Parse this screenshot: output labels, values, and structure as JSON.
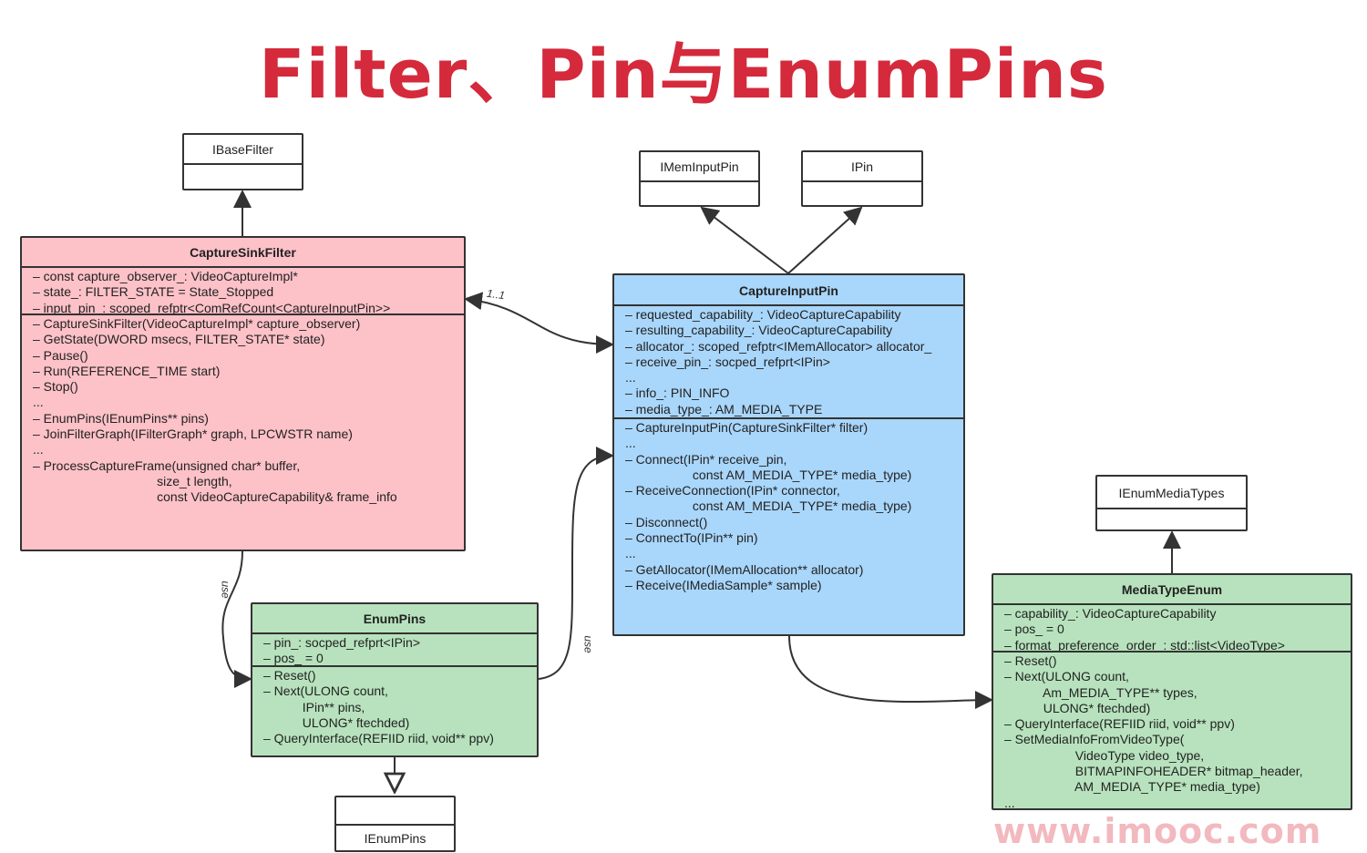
{
  "title": "Filter、Pin与EnumPins",
  "watermark": "www.imooc.com",
  "colors": {
    "title": "#d42a3c",
    "filter": "#fdc1c8",
    "pin": "#a9d6fb",
    "enum": "#b7e2bd"
  },
  "ibasefilter": {
    "name": "IBaseFilter"
  },
  "imeminputpin": {
    "name": "IMemInputPin"
  },
  "ipin": {
    "name": "IPin"
  },
  "ienummediatypes": {
    "name": "IEnumMediaTypes"
  },
  "ienumpins": {
    "name": "IEnumPins"
  },
  "capture_sink_filter": {
    "name": "CaptureSinkFilter",
    "attributes": [
      "– const capture_observer_: VideoCaptureImpl*",
      "– state_: FILTER_STATE = State_Stopped",
      "– input_pin_: scoped_refptr<ComRefCount<CaptureInputPin>>"
    ],
    "methods": [
      "– CaptureSinkFilter(VideoCaptureImpl* capture_observer)",
      "",
      "– GetState(DWORD msecs, FILTER_STATE* state)",
      "– Pause()",
      "– Run(REFERENCE_TIME start)",
      "– Stop()",
      "...",
      "",
      "– EnumPins(IEnumPins** pins)",
      "– JoinFilterGraph(IFilterGraph* graph, LPCWSTR name)",
      "...",
      "",
      "– ProcessCaptureFrame(unsigned char* buffer,",
      "                                   size_t length,",
      "                                   const VideoCaptureCapability& frame_info"
    ]
  },
  "capture_input_pin": {
    "name": "CaptureInputPin",
    "attributes": [
      "– requested_capability_: VideoCaptureCapability",
      "– resulting_capability_: VideoCaptureCapability",
      "– allocator_: scoped_refptr<IMemAllocator> allocator_",
      "– receive_pin_: socped_refprt<IPin>",
      "...",
      "– info_: PIN_INFO",
      "– media_type_: AM_MEDIA_TYPE"
    ],
    "methods": [
      "– CaptureInputPin(CaptureSinkFilter* filter)",
      "...",
      "",
      "– Connect(IPin* receive_pin,",
      "                   const AM_MEDIA_TYPE* media_type)",
      "– ReceiveConnection(IPin* connector,",
      "                   const AM_MEDIA_TYPE* media_type)",
      "– Disconnect()",
      "– ConnectTo(IPin** pin)",
      "...",
      "",
      "– GetAllocator(IMemAllocation** allocator)",
      "– Receive(IMediaSample* sample)"
    ]
  },
  "enum_pins": {
    "name": "EnumPins",
    "attributes": [
      "– pin_: socped_refprt<IPin>",
      "– pos_ = 0"
    ],
    "methods": [
      "– Reset()",
      "– Next(ULONG count,",
      "           IPin** pins,",
      "           ULONG* ftechded)",
      "– QueryInterface(REFIID riid, void** ppv)",
      "..."
    ]
  },
  "media_type_enum": {
    "name": "MediaTypeEnum",
    "attributes": [
      "– capability_: VideoCaptureCapability",
      "– pos_ = 0",
      "– format_preference_order_: std::list<VideoType>"
    ],
    "methods": [
      "– Reset()",
      "– Next(ULONG count,",
      "           Am_MEDIA_TYPE** types,",
      "           ULONG* ftechded)",
      "– QueryInterface(REFIID riid, void** ppv)",
      "– SetMediaInfoFromVideoType(",
      "                    VideoType video_type,",
      "                    BITMAPINFOHEADER* bitmap_header,",
      "                    AM_MEDIA_TYPE* media_type)",
      "..."
    ]
  },
  "edge_labels": {
    "multiplicity": "1..1",
    "use1": "use",
    "use2": "use"
  }
}
